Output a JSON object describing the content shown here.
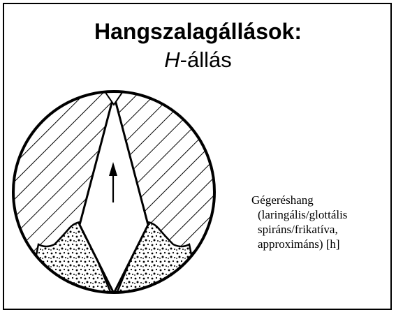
{
  "slide": {
    "title": "Hangszalagállások:",
    "subtitle_italic": "H",
    "subtitle_rest": "-állás",
    "caption_lines": [
      "Gégeréshang",
      "(laringális/glottális",
      "spiráns/frikatíva,",
      "approximáns) [h]"
    ]
  },
  "diagram": {
    "icon": "vocal-folds-h-position-icon",
    "arrow_icon": "airflow-arrow-icon"
  }
}
